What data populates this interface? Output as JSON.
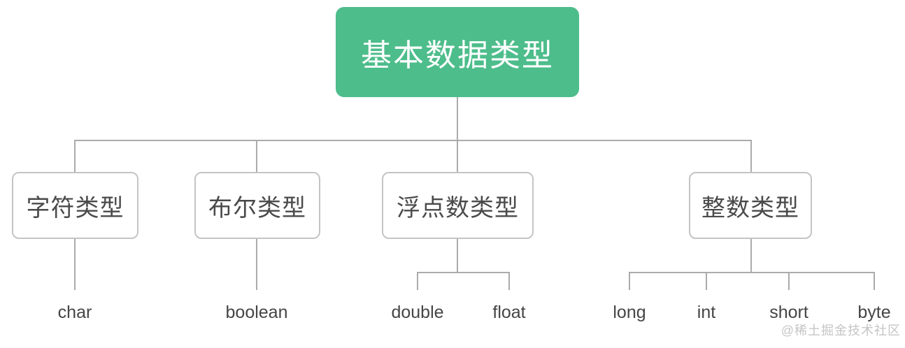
{
  "diagram": {
    "title": "基本数据类型",
    "root": {
      "label": "基本数据类型"
    },
    "children": [
      {
        "label": "字符类型",
        "leaves": [
          "char"
        ]
      },
      {
        "label": "布尔类型",
        "leaves": [
          "boolean"
        ]
      },
      {
        "label": "浮点数类型",
        "leaves": [
          "double",
          "float"
        ]
      },
      {
        "label": "整数类型",
        "leaves": [
          "long",
          "int",
          "short",
          "byte"
        ]
      }
    ]
  },
  "watermark": "@稀土掘金技术社区",
  "colors": {
    "root_bg": "#4dbd8b",
    "root_text": "#ffffff",
    "connector_line": "#ababab",
    "node_border": "#c4c4c4",
    "node_text": "#4a4a4a",
    "leaf_text": "#454545",
    "watermark_text": "#c5c5c5"
  }
}
